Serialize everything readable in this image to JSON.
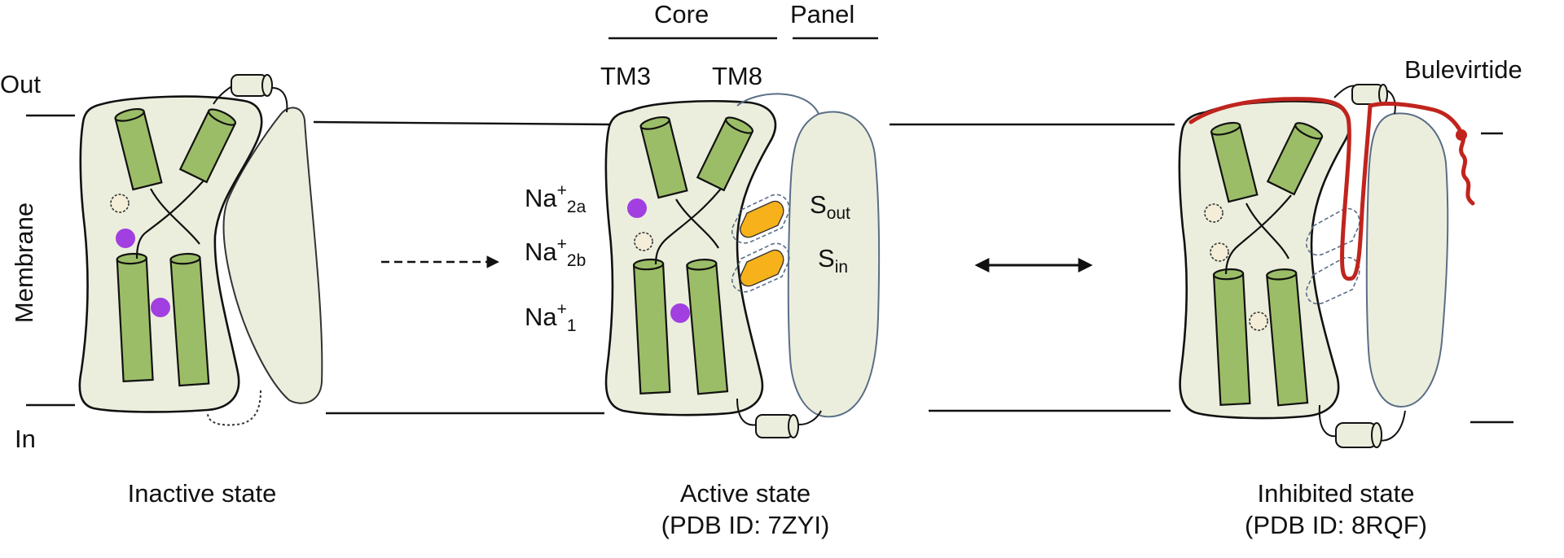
{
  "sides": {
    "out": "Out",
    "membrane": "Membrane",
    "in": "In"
  },
  "headers": {
    "core": "Core",
    "panel": "Panel",
    "tm3": "TM3",
    "tm8": "TM8"
  },
  "ions": {
    "na2a_base": "Na",
    "na2a_sup": "+",
    "na2a_sub": "2a",
    "na2b_base": "Na",
    "na2b_sup": "+",
    "na2b_sub": "2b",
    "na1_base": "Na",
    "na1_sup": "+",
    "na1_sub": "1"
  },
  "sites": {
    "sout_base": "S",
    "sout_sub": "out",
    "sin_base": "S",
    "sin_sub": "in"
  },
  "inhibitor": "Bulevirtide",
  "states": {
    "inactive": {
      "title": "Inactive state",
      "pdb": ""
    },
    "active": {
      "title": "Active state",
      "pdb": "(PDB ID: 7ZYI)"
    },
    "inhibited": {
      "title": "Inhibited state",
      "pdb": "(PDB ID: 8RQF)"
    }
  },
  "colors": {
    "body_fill": "#eceedd",
    "helix_fill": "#9cbd67",
    "sodium": "#a13fe0",
    "empty_site": "#f4eed8",
    "substrate": "#f7b11b",
    "inhibitor": "#c0241d",
    "panel_outline": "#5a6e86"
  }
}
